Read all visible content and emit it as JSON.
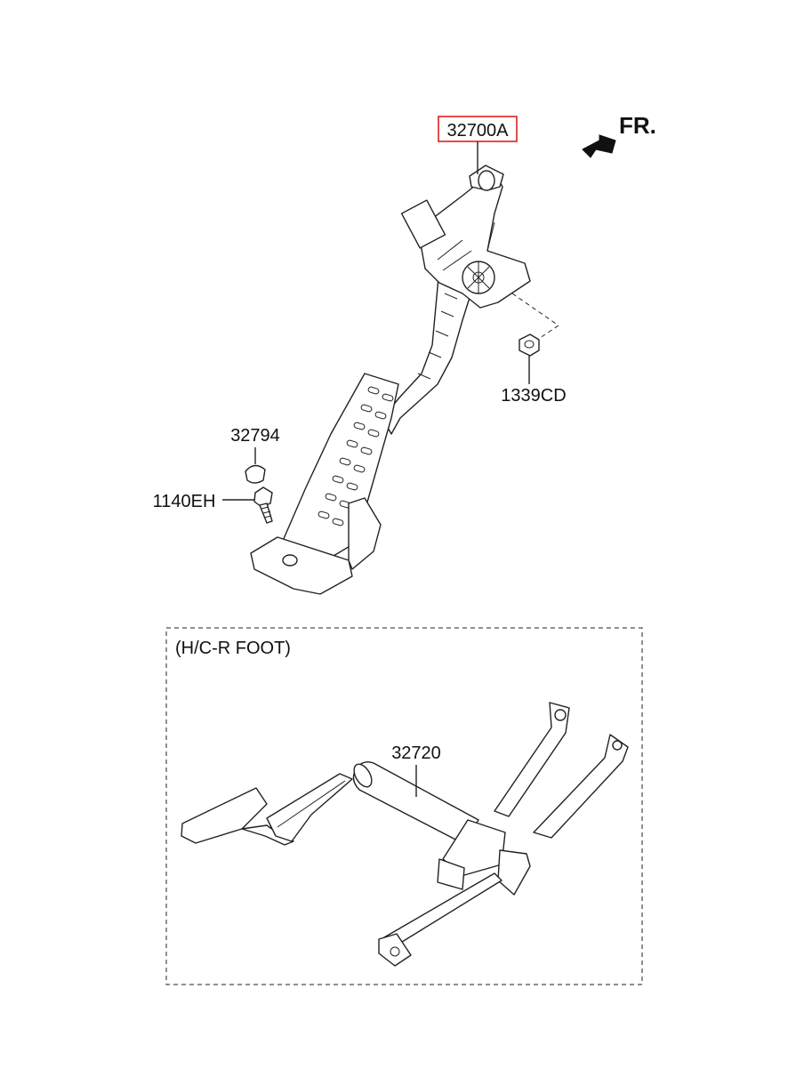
{
  "parts": {
    "pedal_assembly": "32700A",
    "nut": "1339CD",
    "cap": "32794",
    "bolt": "1140EH",
    "rhd_pedal": "32720"
  },
  "direction": "FR.",
  "inset_title": "(H/C-R FOOT)",
  "highlight_color": "#e02020"
}
